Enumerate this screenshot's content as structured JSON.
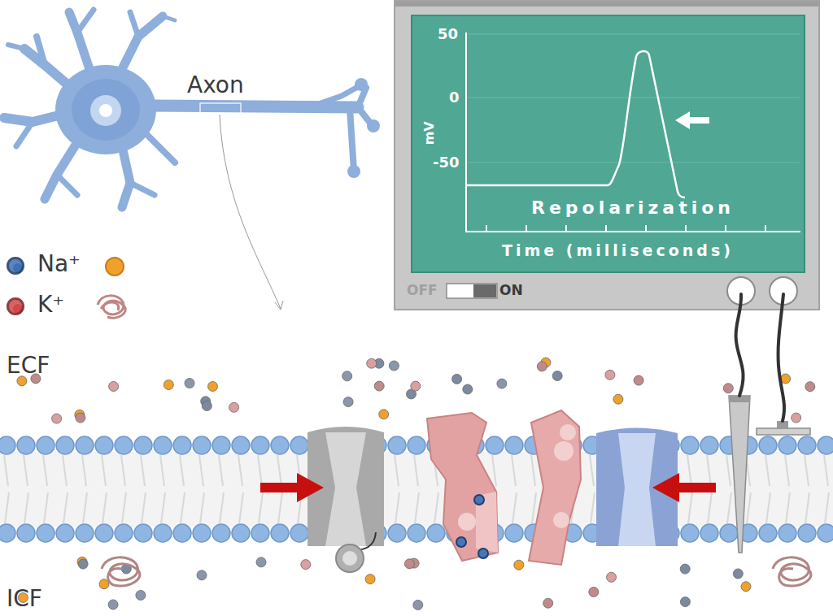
{
  "diagram": {
    "nodes": [
      {
        "text": [
          "OFF",
          "ON"
        ]
      },
      {
        "text": [
          "50",
          "0",
          "-50",
          "mV",
          "Repolarization",
          "Time (milliseconds)"
        ],
        "in": 0
      }
    ],
    "labels": [
      "Axon",
      "ECF",
      "ICF"
    ],
    "legend": [
      {
        "text": "Na⁺",
        "color": "#3f6fb3"
      },
      {
        "text": "K⁺",
        "color": "#d14848"
      }
    ]
  }
}
